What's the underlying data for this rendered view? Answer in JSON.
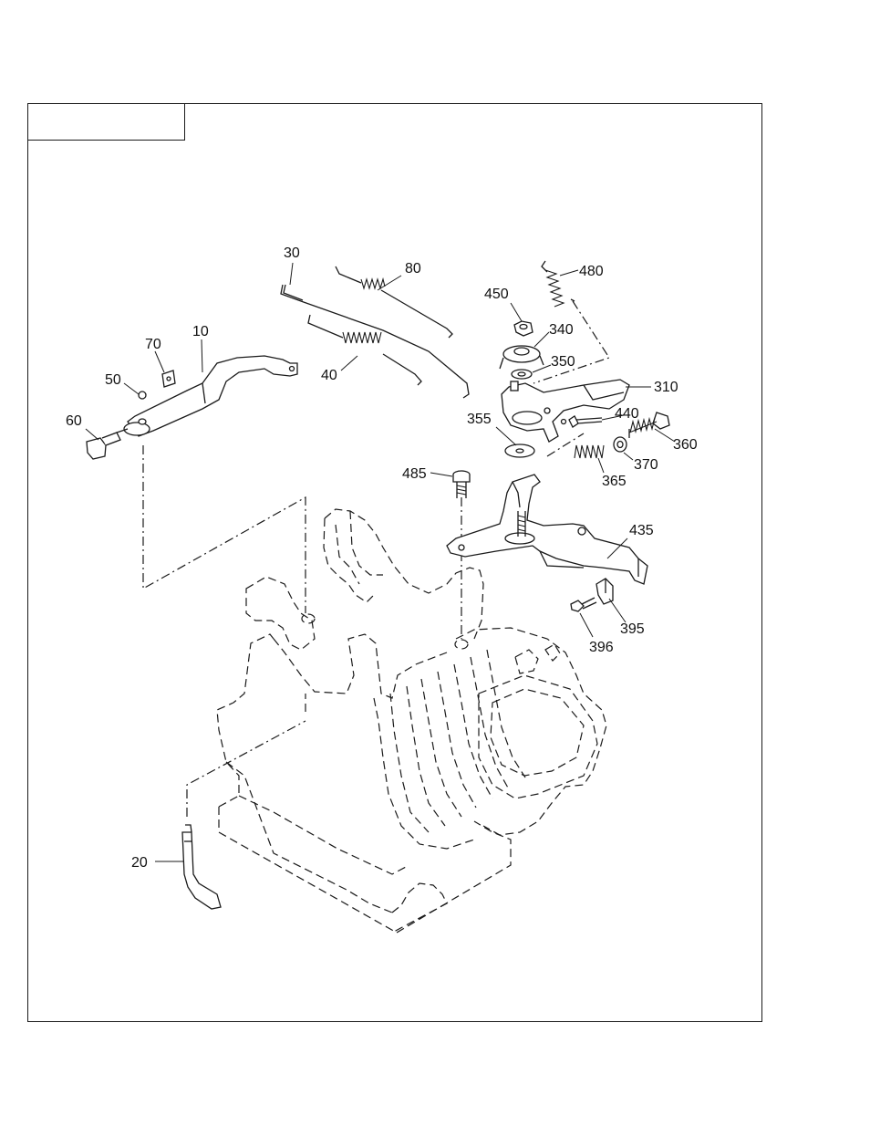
{
  "frame": {
    "title": ""
  },
  "callouts": {
    "c10": "10",
    "c20": "20",
    "c30": "30",
    "c40": "40",
    "c50": "50",
    "c60": "60",
    "c70": "70",
    "c80": "80",
    "c310": "310",
    "c340": "340",
    "c350": "350",
    "c355": "355",
    "c360": "360",
    "c365": "365",
    "c370": "370",
    "c395": "395",
    "c396": "396",
    "c435": "435",
    "c440": "440",
    "c450": "450",
    "c480": "480",
    "c485": "485"
  }
}
